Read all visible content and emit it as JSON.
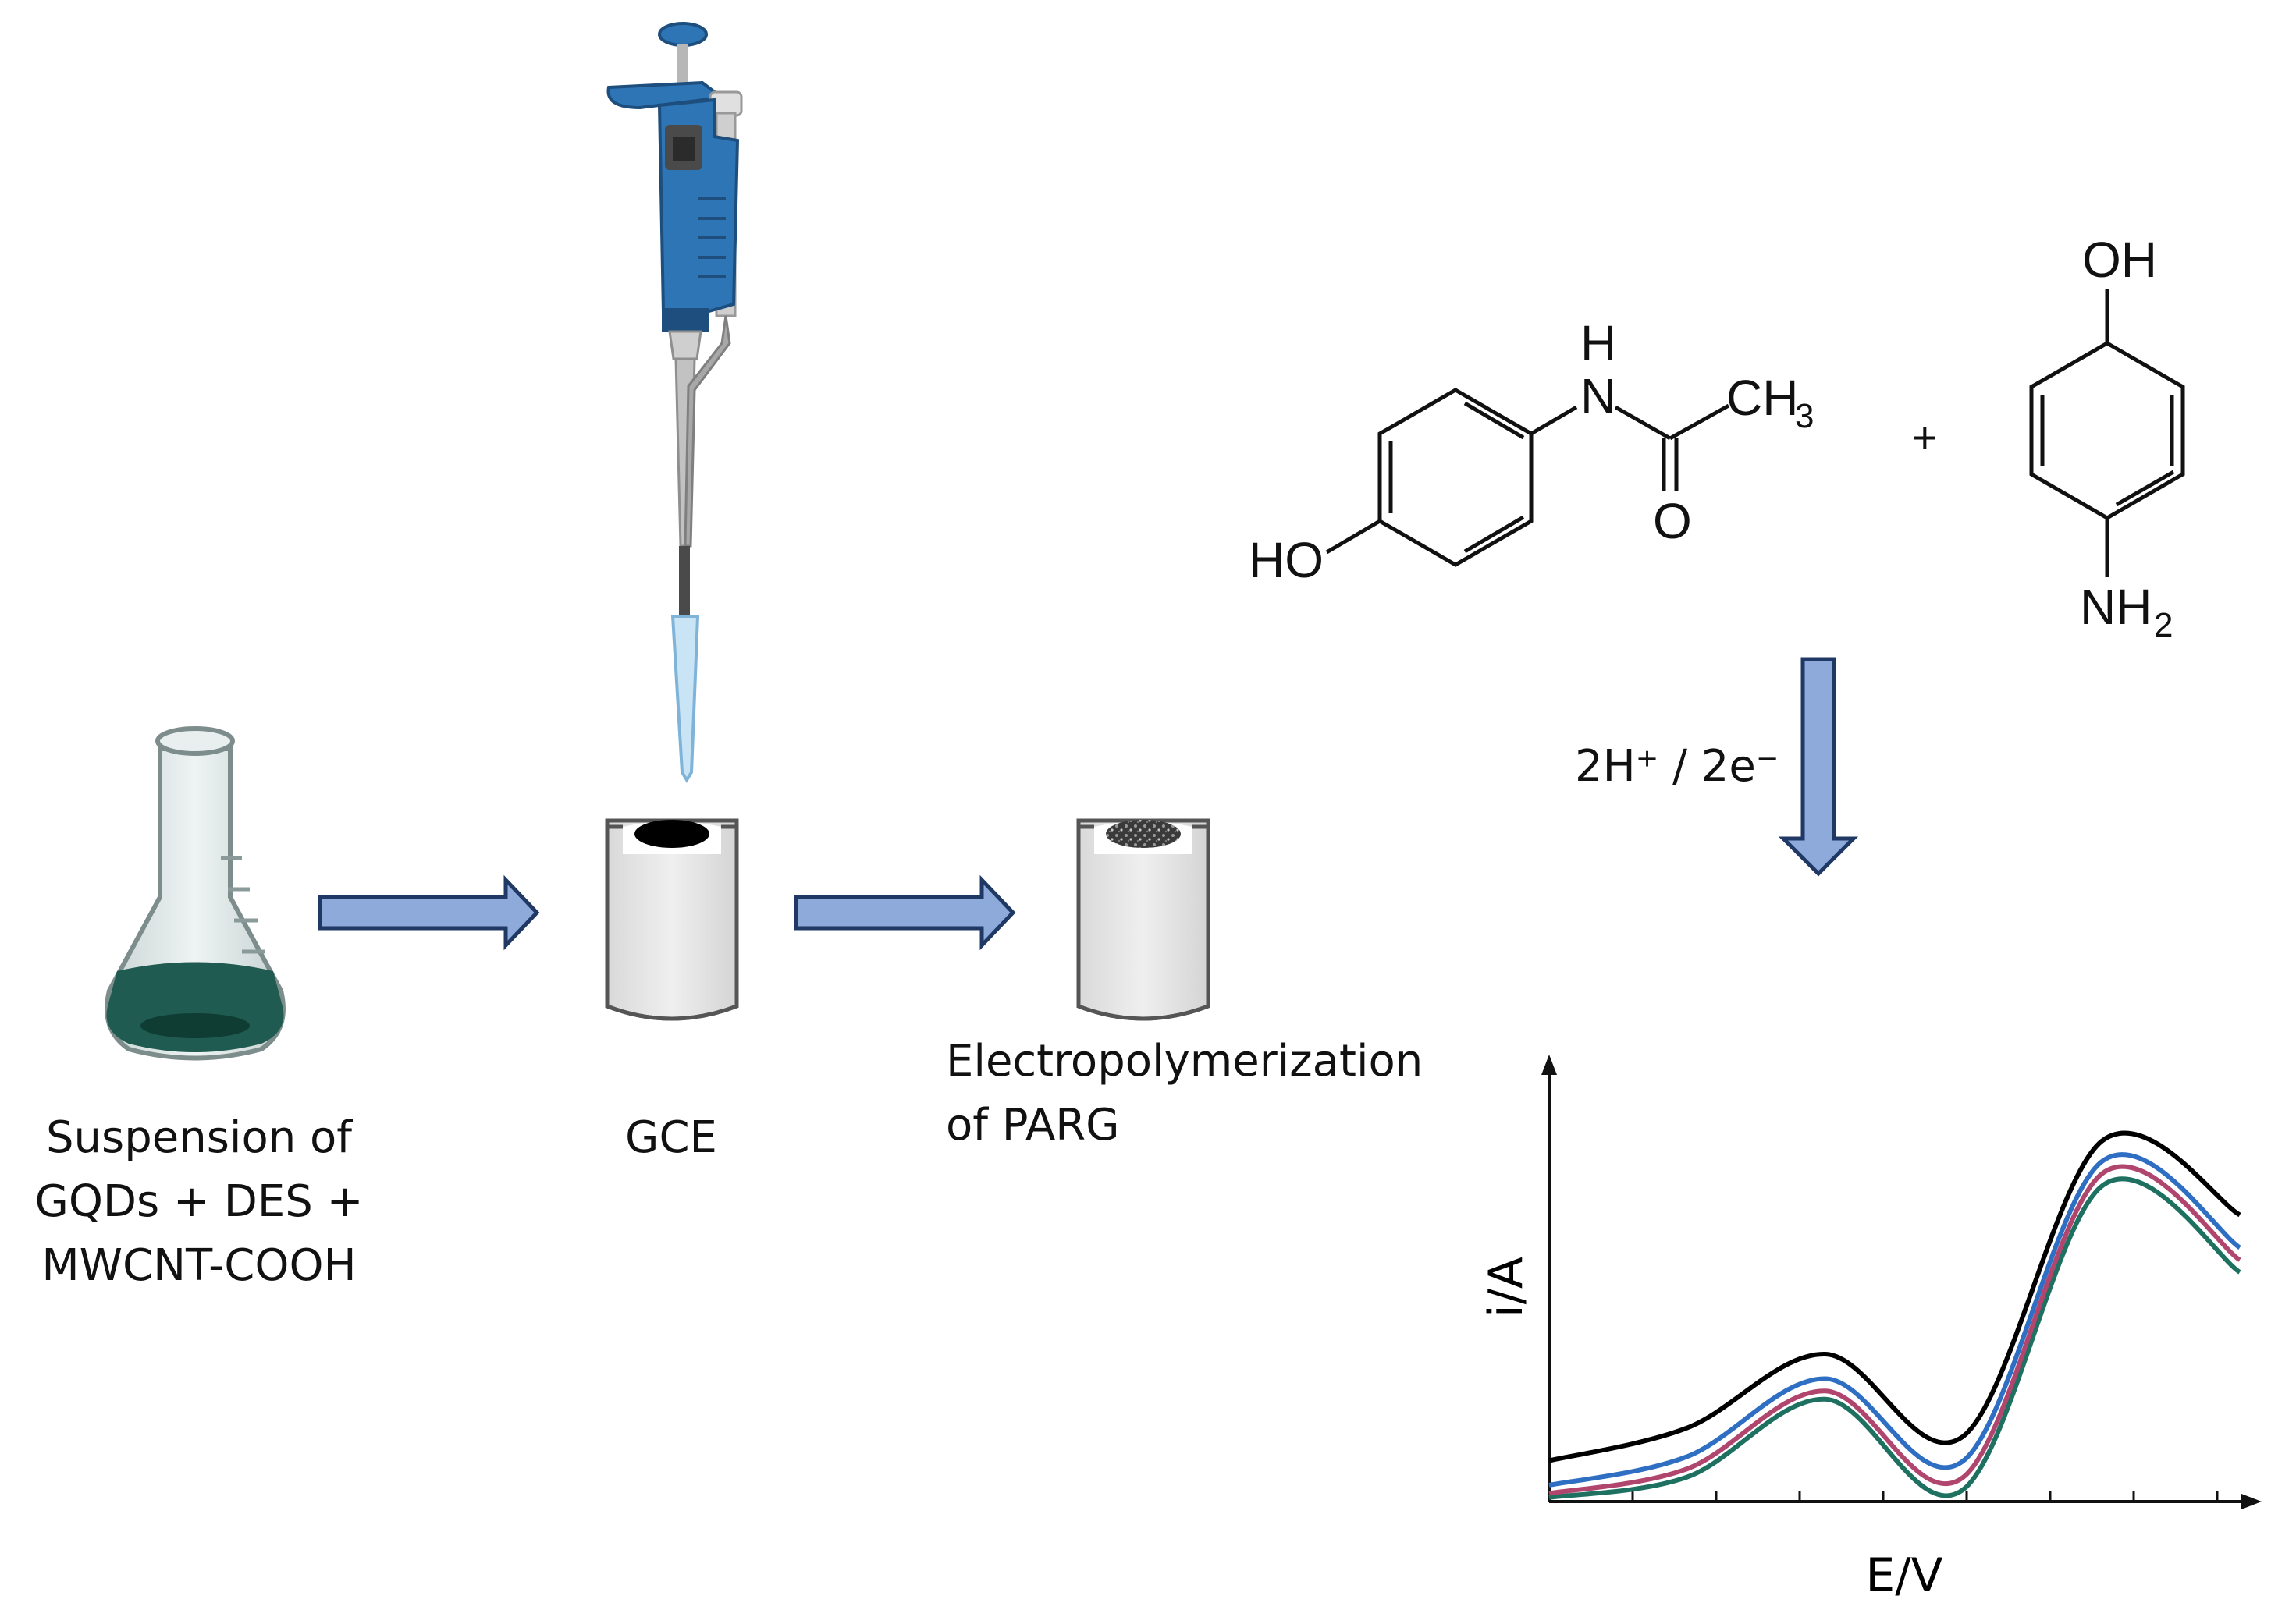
{
  "labels": {
    "suspension": [
      "Suspension of",
      "GQDs + DES +",
      "MWCNT-COOH"
    ],
    "gce": "GCE",
    "electropolymerization": [
      "Electropolymerization",
      "of PARG"
    ],
    "reaction": "2H⁺ / 2e⁻",
    "plus": "+"
  },
  "molecules": {
    "paracetamol": {
      "oh": "HO",
      "nh_h": "H",
      "nh_n": "N",
      "methyl": "CH",
      "methyl_sub": "3",
      "carbonyl_o": "O"
    },
    "aminophenol": {
      "oh": "OH",
      "amine": "NH",
      "amine_sub": "2"
    }
  },
  "colors": {
    "arrow_fill": "#8eaadb",
    "arrow_stroke": "#1f3864",
    "liquid": "#1f5b50",
    "pipette": "#2e75b6",
    "electrode_body": "#e6e6e6"
  },
  "chart_data": {
    "type": "line",
    "xlabel": "E/V",
    "ylabel": "i/A",
    "grid": false,
    "legend": "none",
    "series": [
      {
        "color": "#000000",
        "values": [
          0.1,
          0.18,
          0.36,
          0.16,
          0.88,
          0.7
        ]
      },
      {
        "color": "#2e6fc4",
        "values": [
          0.04,
          0.11,
          0.3,
          0.1,
          0.83,
          0.62
        ]
      },
      {
        "color": "#b0456e",
        "values": [
          0.02,
          0.08,
          0.27,
          0.06,
          0.8,
          0.59
        ]
      },
      {
        "color": "#1e7060",
        "values": [
          0.01,
          0.06,
          0.25,
          0.03,
          0.77,
          0.56
        ]
      }
    ]
  }
}
